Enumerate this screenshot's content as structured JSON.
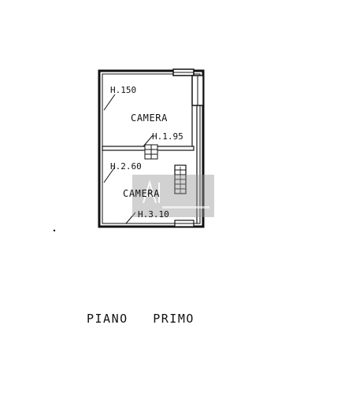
{
  "rooms": {
    "upper_room_label": "CAMERA",
    "lower_room_label": "CAMERA"
  },
  "heights": {
    "upper_left": "H.150",
    "stair_landing": "H.1.95",
    "lower_left": "H.2.60",
    "lower_bottom": "H.3.10"
  },
  "floor": {
    "title": "PIANO   PRIMO"
  },
  "colors": {
    "wall": "#111111",
    "watermark": "#9a9a9a"
  },
  "watermark": {
    "logo_icon": "agency-logo-icon"
  }
}
